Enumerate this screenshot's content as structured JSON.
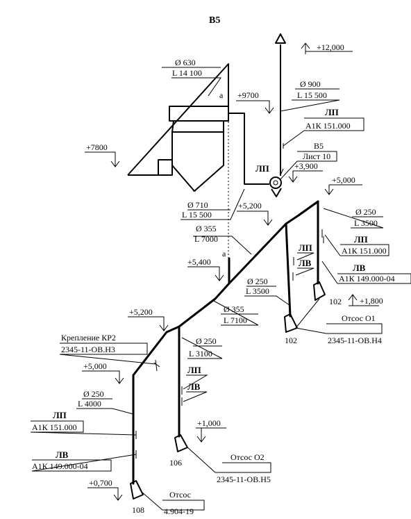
{
  "title": "В5",
  "elevations": {
    "e12000": "+12,000",
    "e9700": "+9700",
    "e7800": "+7800",
    "e3900": "+3,900",
    "e5000a": "+5,000",
    "e5200a": "+5,200",
    "e5400": "+5,400",
    "e1800": "+1,800",
    "e5200b": "+5,200",
    "e5000b": "+5,000",
    "e1000": "+1,000",
    "e0700": "+0,700"
  },
  "ducts": {
    "d630": "Ø 630",
    "l14100": "L 14 100",
    "d900": "Ø 900",
    "l15500a": "L 15 500",
    "d710": "Ø 710",
    "l15500b": "L 15 500",
    "d355a": "Ø 355",
    "l7000": "L 7000",
    "d250a": "Ø 250",
    "l3500a": "L 3500",
    "d250b": "Ø 250",
    "l3500b": "L 3500",
    "d355b": "Ø 355",
    "l7100": "L 7100",
    "d250c": "Ø 250",
    "l3100": "L 3100",
    "d250d": "Ø 250",
    "l4000": "L 4000"
  },
  "valves": {
    "lp": "ЛП",
    "lv": "ЛВ",
    "a1k151": "А1К 151.000",
    "a1k149": "А1К 149.000-04"
  },
  "refs": {
    "b5": "В5",
    "sheet10": "Лист 10",
    "mark_a": "а"
  },
  "mount": {
    "label": "Крепление КР2",
    "code": "2345-11-ОВ.Н3"
  },
  "exhausts": {
    "o1_label": "Отсос О1",
    "o1_code": "2345-11-ОВ.Н4",
    "o2_label": "Отсос О2",
    "o2_code": "2345-11-ОВ.Н5",
    "o3_label": "Отсос",
    "o3_code": "4.904-19"
  },
  "nodes": {
    "n102a": "102",
    "n102b": "102",
    "n106": "106",
    "n108": "108"
  }
}
